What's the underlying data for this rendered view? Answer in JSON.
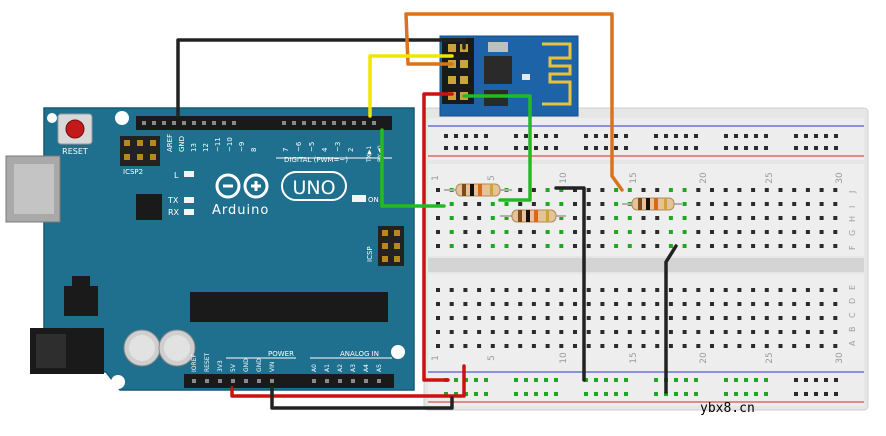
{
  "arduino": {
    "brand": "Arduino",
    "model": "UNO",
    "reset": "RESET",
    "icsp2": "ICSP2",
    "icsp": "ICSP",
    "led_l": "L",
    "led_tx": "TX",
    "led_rx": "RX",
    "led_on": "ON",
    "digital_label": "DIGITAL (PWM=~)",
    "tx_label": "TX▶1",
    "rx_label": "RX◀0",
    "top_pins": [
      "AREF",
      "GND",
      "13",
      "12",
      "~11",
      "~10",
      "~9",
      "8",
      "7",
      "~6",
      "~5",
      "4",
      "~3",
      "2"
    ],
    "power_label": "POWER",
    "analog_label": "ANALOG IN",
    "bottom_pins": [
      "IOREF",
      "RESET",
      "3V3",
      "5V",
      "GND",
      "GND",
      "VIN",
      "A0",
      "A1",
      "A2",
      "A3",
      "A4",
      "A5"
    ],
    "board_color": "#1f6f8f"
  },
  "breadboard": {
    "column_marks": [
      "1",
      "5",
      "10",
      "15",
      "20",
      "25",
      "30"
    ],
    "row_letters_top": [
      "J",
      "I",
      "H",
      "G",
      "F"
    ],
    "row_letters_bottom": [
      "E",
      "D",
      "C",
      "B",
      "A"
    ]
  },
  "wires": {
    "black": "#222222",
    "red": "#cc1111",
    "yellow": "#f2e600",
    "green": "#22bb22",
    "orange": "#d9731f"
  },
  "watermark": "ybx8.cn"
}
